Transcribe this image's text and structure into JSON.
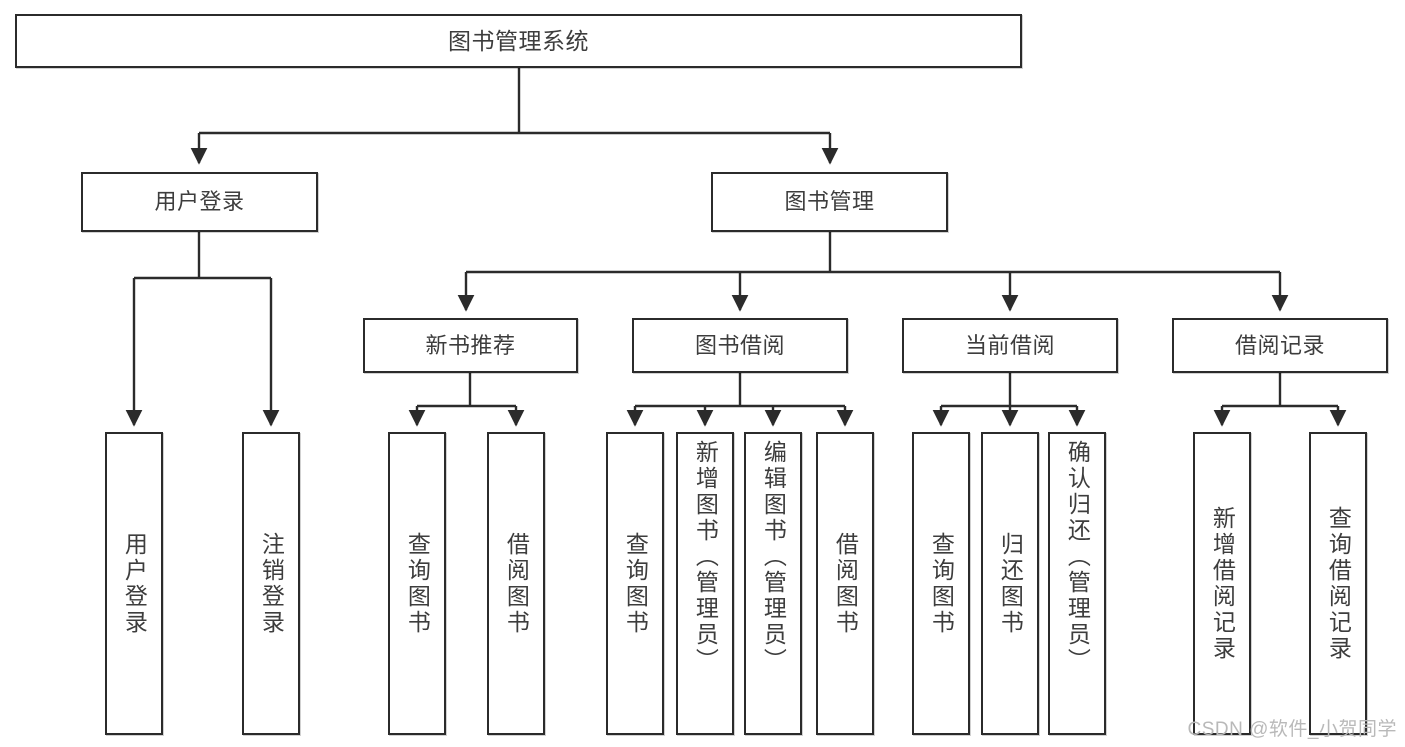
{
  "diagram": {
    "type": "tree-hierarchy",
    "title": "图书管理系统",
    "orientation": "top-down",
    "edge_style": "orthogonal-with-arrowheads",
    "colors": {
      "box_border": "#2b2b2b",
      "box_fill": "#ffffff",
      "text": "#3d3d3d",
      "edge": "#2b2b2b",
      "watermark": "#b9b9b9",
      "background": "#ffffff"
    },
    "levels": {
      "level1": [
        "图书管理系统"
      ],
      "level2": [
        "用户登录",
        "图书管理"
      ],
      "level3": [
        "新书推荐",
        "图书借阅",
        "当前借阅",
        "借阅记录"
      ],
      "level4": [
        "用户登录",
        "注销登录",
        "查询图书",
        "借阅图书",
        "查询图书",
        "新增图书（管理员）",
        "编辑图书（管理员）",
        "借阅图书",
        "查询图书",
        "归还图书",
        "确认归还（管理员）",
        "新增借阅记录",
        "查询借阅记录"
      ]
    }
  },
  "root": {
    "label": "图书管理系统"
  },
  "branches": [
    {
      "id": "user-login",
      "label": "用户登录",
      "leaves": [
        {
          "id": "leaf-user-login",
          "label": "用户登录"
        },
        {
          "id": "leaf-user-logout",
          "label": "注销登录"
        }
      ]
    },
    {
      "id": "book-management",
      "label": "图书管理",
      "groups": [
        {
          "id": "new-book-recommend",
          "label": "新书推荐",
          "leaves": [
            {
              "id": "leaf-nb-query",
              "label": "查询图书"
            },
            {
              "id": "leaf-nb-borrow",
              "label": "借阅图书"
            }
          ]
        },
        {
          "id": "book-borrow",
          "label": "图书借阅",
          "leaves": [
            {
              "id": "leaf-bb-query",
              "label": "查询图书"
            },
            {
              "id": "leaf-bb-add",
              "label": "新增图书（管理员）"
            },
            {
              "id": "leaf-bb-edit",
              "label": "编辑图书（管理员）"
            },
            {
              "id": "leaf-bb-borrow",
              "label": "借阅图书"
            }
          ]
        },
        {
          "id": "current-borrow",
          "label": "当前借阅",
          "leaves": [
            {
              "id": "leaf-cb-query",
              "label": "查询图书"
            },
            {
              "id": "leaf-cb-return",
              "label": "归还图书"
            },
            {
              "id": "leaf-cb-confirm",
              "label": "确认归还（管理员）"
            }
          ]
        },
        {
          "id": "borrow-records",
          "label": "借阅记录",
          "leaves": [
            {
              "id": "leaf-br-add",
              "label": "新增借阅记录"
            },
            {
              "id": "leaf-br-query",
              "label": "查询借阅记录"
            }
          ]
        }
      ]
    }
  ],
  "watermark": {
    "text": "CSDN @软件_小贺同学"
  }
}
